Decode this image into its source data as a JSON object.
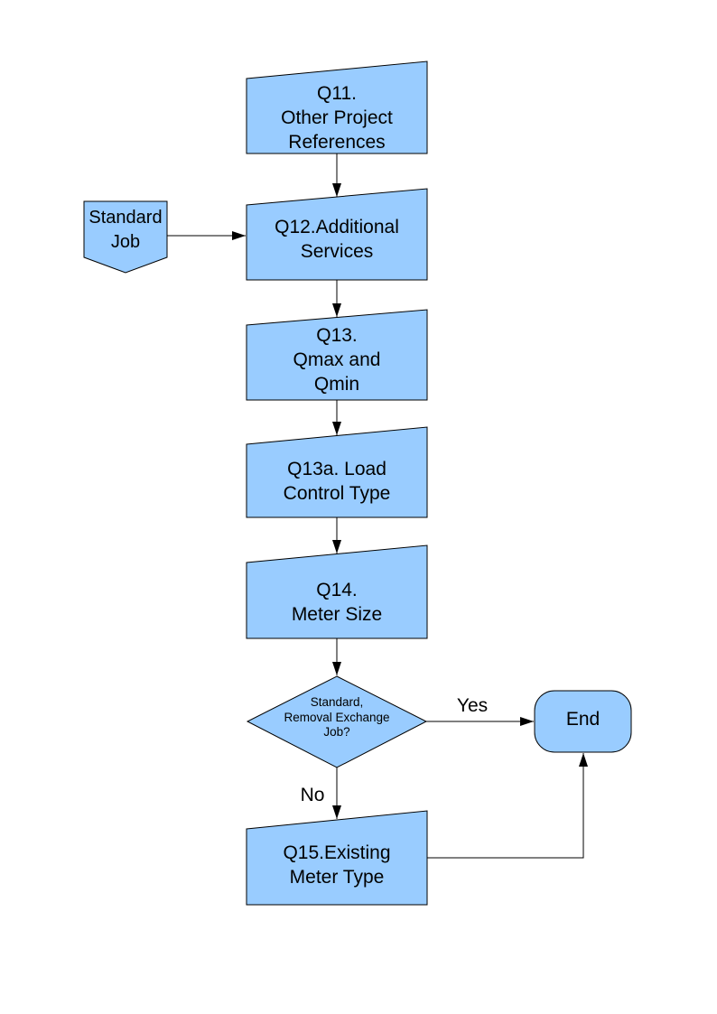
{
  "diagram": {
    "colors": {
      "node_fill": "#99CCFF",
      "node_stroke": "#000000",
      "background": "#FFFFFF"
    },
    "nodes": {
      "q11": {
        "shape": "manual-input-box",
        "text": "Q11.\nOther Project\nReferences"
      },
      "standard_job": {
        "shape": "off-page-pentagon",
        "text": "Standard\nJob"
      },
      "q12": {
        "shape": "manual-input-box",
        "text": "Q12.Additional\nServices"
      },
      "q13": {
        "shape": "manual-input-box",
        "text": "Q13.\nQmax and\nQmin"
      },
      "q13a": {
        "shape": "manual-input-box",
        "text": "Q13a. Load\nControl Type"
      },
      "q14": {
        "shape": "manual-input-box",
        "text": "Q14.\nMeter Size"
      },
      "decision": {
        "shape": "decision-diamond",
        "text": "Standard,\nRemoval Exchange\nJob?"
      },
      "end": {
        "shape": "terminator",
        "text": "End"
      },
      "q15": {
        "shape": "manual-input-box",
        "text": "Q15.Existing\nMeter Type"
      }
    },
    "edge_labels": {
      "yes": "Yes",
      "no": "No"
    }
  }
}
